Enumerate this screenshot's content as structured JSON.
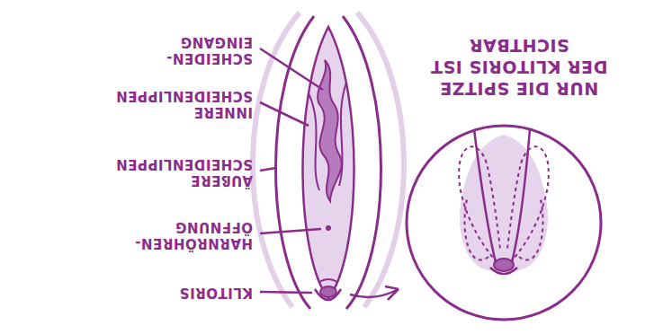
{
  "diagram": {
    "title": "NUR DIE SPITZE DER KLITORIS IST SICHTBAR",
    "labels": [
      "KLITORIS",
      "HARNRÖHREN- ÖFFNUNG",
      "ÄUßERE SCHEIDENLIPPEN",
      "INNERE SCHEIDENLIPPEN",
      "SCHEIDEN- EINGANG"
    ]
  }
}
